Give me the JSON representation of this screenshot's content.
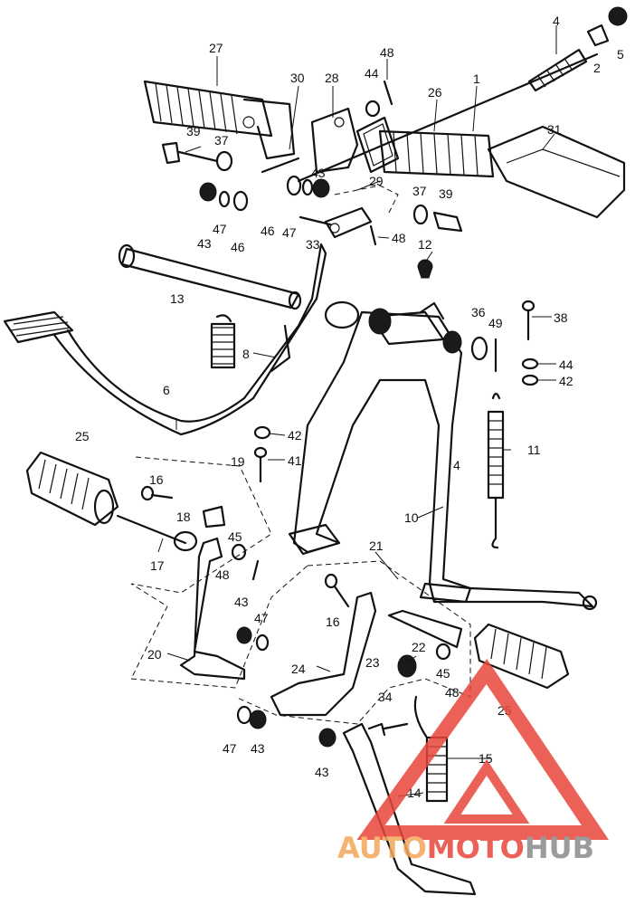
{
  "callouts": [
    {
      "id": "c1",
      "text": "1"
    },
    {
      "id": "c2",
      "text": "2"
    },
    {
      "id": "c4",
      "text": "4"
    },
    {
      "id": "c5",
      "text": "5"
    },
    {
      "id": "c6",
      "text": "6"
    },
    {
      "id": "c8",
      "text": "8"
    },
    {
      "id": "c10",
      "text": "10"
    },
    {
      "id": "c11",
      "text": "11"
    },
    {
      "id": "c12",
      "text": "12"
    },
    {
      "id": "c13",
      "text": "13"
    },
    {
      "id": "c14",
      "text": "14"
    },
    {
      "id": "c15",
      "text": "15"
    },
    {
      "id": "c16a",
      "text": "16"
    },
    {
      "id": "c16b",
      "text": "16"
    },
    {
      "id": "c17",
      "text": "17"
    },
    {
      "id": "c18",
      "text": "18"
    },
    {
      "id": "c19",
      "text": "19"
    },
    {
      "id": "c20",
      "text": "20"
    },
    {
      "id": "c21",
      "text": "21"
    },
    {
      "id": "c22",
      "text": "22"
    },
    {
      "id": "c23",
      "text": "23"
    },
    {
      "id": "c24",
      "text": "24"
    },
    {
      "id": "c25a",
      "text": "25"
    },
    {
      "id": "c25b",
      "text": "25"
    },
    {
      "id": "c26",
      "text": "26"
    },
    {
      "id": "c27",
      "text": "27"
    },
    {
      "id": "c28",
      "text": "28"
    },
    {
      "id": "c29",
      "text": "29"
    },
    {
      "id": "c30",
      "text": "30"
    },
    {
      "id": "c31",
      "text": "31"
    },
    {
      "id": "c33",
      "text": "33"
    },
    {
      "id": "c34",
      "text": "34"
    },
    {
      "id": "c36",
      "text": "36"
    },
    {
      "id": "c37a",
      "text": "37"
    },
    {
      "id": "c37b",
      "text": "37"
    },
    {
      "id": "c38",
      "text": "38"
    },
    {
      "id": "c39a",
      "text": "39"
    },
    {
      "id": "c39b",
      "text": "39"
    },
    {
      "id": "c41",
      "text": "41"
    },
    {
      "id": "c42a",
      "text": "42"
    },
    {
      "id": "c42b",
      "text": "42"
    },
    {
      "id": "c43a",
      "text": "43"
    },
    {
      "id": "c43b",
      "text": "43"
    },
    {
      "id": "c43c",
      "text": "43"
    },
    {
      "id": "c43d",
      "text": "43"
    },
    {
      "id": "c43e",
      "text": "43"
    },
    {
      "id": "c44a",
      "text": "44"
    },
    {
      "id": "c44b",
      "text": "44"
    },
    {
      "id": "c45a",
      "text": "45"
    },
    {
      "id": "c45b",
      "text": "45"
    },
    {
      "id": "c46a",
      "text": "46"
    },
    {
      "id": "c46b",
      "text": "46"
    },
    {
      "id": "c47a",
      "text": "47"
    },
    {
      "id": "c47b",
      "text": "47"
    },
    {
      "id": "c47c",
      "text": "47"
    },
    {
      "id": "c47d",
      "text": "47"
    },
    {
      "id": "c48a",
      "text": "48"
    },
    {
      "id": "c48b",
      "text": "48"
    },
    {
      "id": "c48c",
      "text": "48"
    },
    {
      "id": "c48d",
      "text": "48"
    },
    {
      "id": "c49",
      "text": "49"
    },
    {
      "id": "c4b",
      "text": "4"
    }
  ],
  "watermark": {
    "part1": "AUTO",
    "part2": "MOTO",
    "part3": "HUB",
    "color_orange": "#f4a65a",
    "color_red": "#e8463c",
    "color_gray": "#8a8a8a"
  }
}
